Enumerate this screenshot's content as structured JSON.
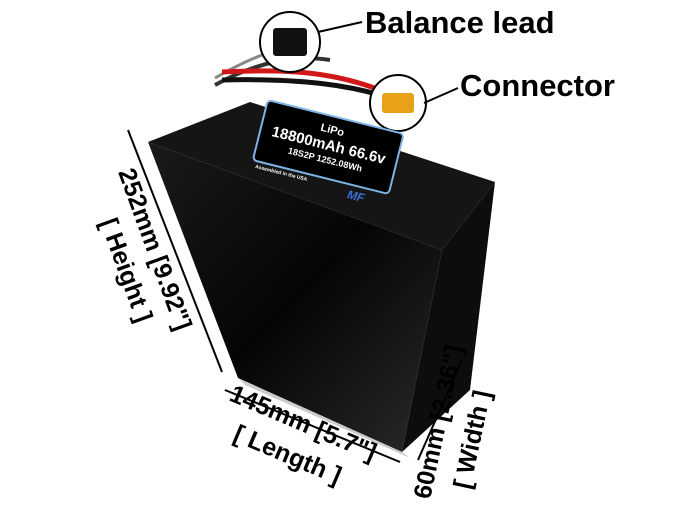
{
  "callouts": {
    "balance_lead": "Balance lead",
    "connector": "Connector"
  },
  "label": {
    "chemistry": "LiPo",
    "capacity_voltage": "18800mAh 66.6v",
    "config_energy": "18S2P 1252.08Wh",
    "assembled": "Assembled in the USA"
  },
  "dimensions": {
    "height": "252mm [9.92\"]",
    "height_caption": "[ Height ]",
    "length": "145mm [5.7\"]",
    "length_caption": "[ Length ]",
    "width": "60mm [2.36\"]",
    "width_caption": "[ Width ]"
  },
  "colors": {
    "battery": "#0a0a0a",
    "label_border": "#7fb2e6",
    "wire_red": "#d01818",
    "connector": "#e8a21a"
  }
}
